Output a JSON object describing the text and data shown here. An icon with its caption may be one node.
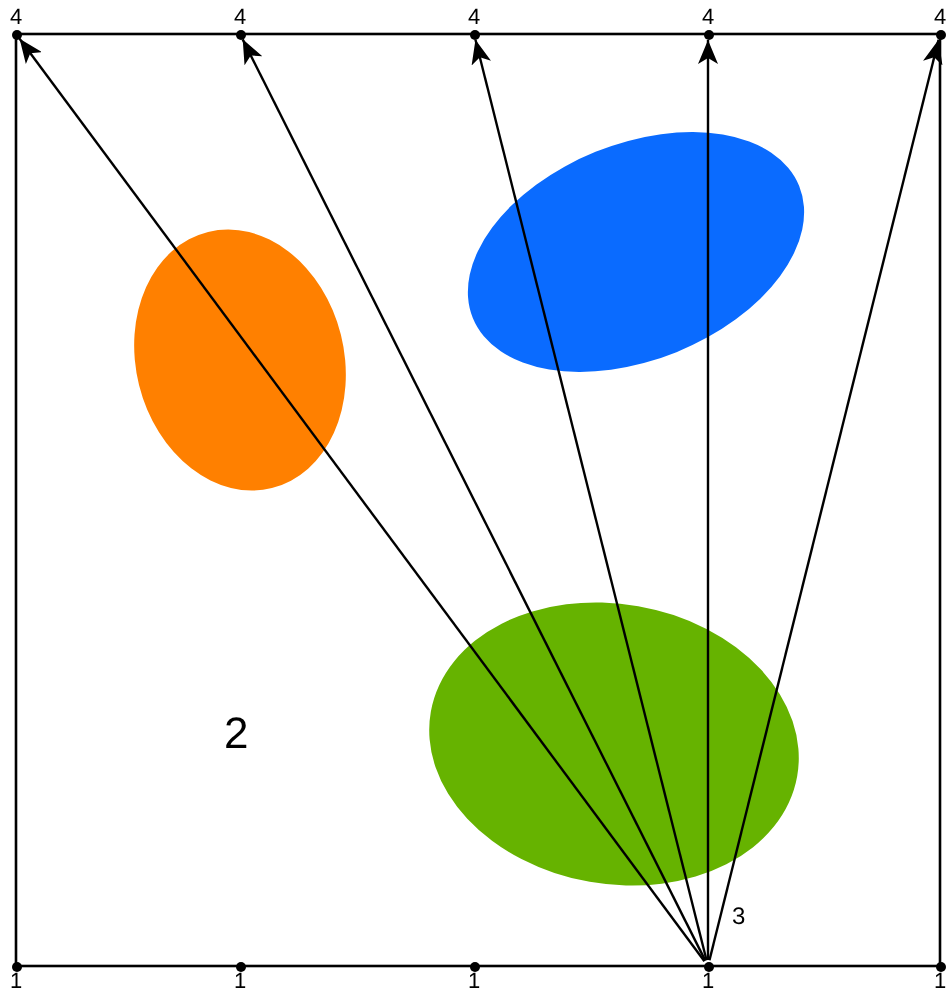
{
  "diagram": {
    "nodes": [
      {
        "text": [],
        "shape": "circle",
        "beside": [
          "4"
        ]
      },
      {
        "text": [],
        "shape": "circle",
        "beside": [
          "4"
        ]
      },
      {
        "text": [],
        "shape": "circle",
        "beside": [
          "4"
        ]
      },
      {
        "text": [],
        "shape": "circle",
        "beside": [
          "4"
        ]
      },
      {
        "text": [],
        "shape": "circle",
        "beside": [
          "4"
        ]
      },
      {
        "text": [],
        "shape": "circle",
        "beside": [
          "1"
        ]
      },
      {
        "text": [],
        "shape": "circle",
        "beside": [
          "1"
        ]
      },
      {
        "text": [],
        "shape": "circle",
        "beside": [
          "1"
        ]
      },
      {
        "text": [],
        "shape": "circle",
        "beside": [
          "1"
        ]
      },
      {
        "text": [],
        "shape": "circle",
        "beside": [
          "1"
        ]
      }
    ],
    "edges": [
      {
        "from": 8,
        "to": 0,
        "arrow": "to"
      },
      {
        "from": 8,
        "to": 1,
        "arrow": "to"
      },
      {
        "from": 8,
        "to": 2,
        "arrow": "to"
      },
      {
        "from": 8,
        "to": 3,
        "arrow": "to"
      },
      {
        "from": 8,
        "to": 4,
        "arrow": "to"
      }
    ],
    "labels": [
      "2",
      "3"
    ]
  }
}
